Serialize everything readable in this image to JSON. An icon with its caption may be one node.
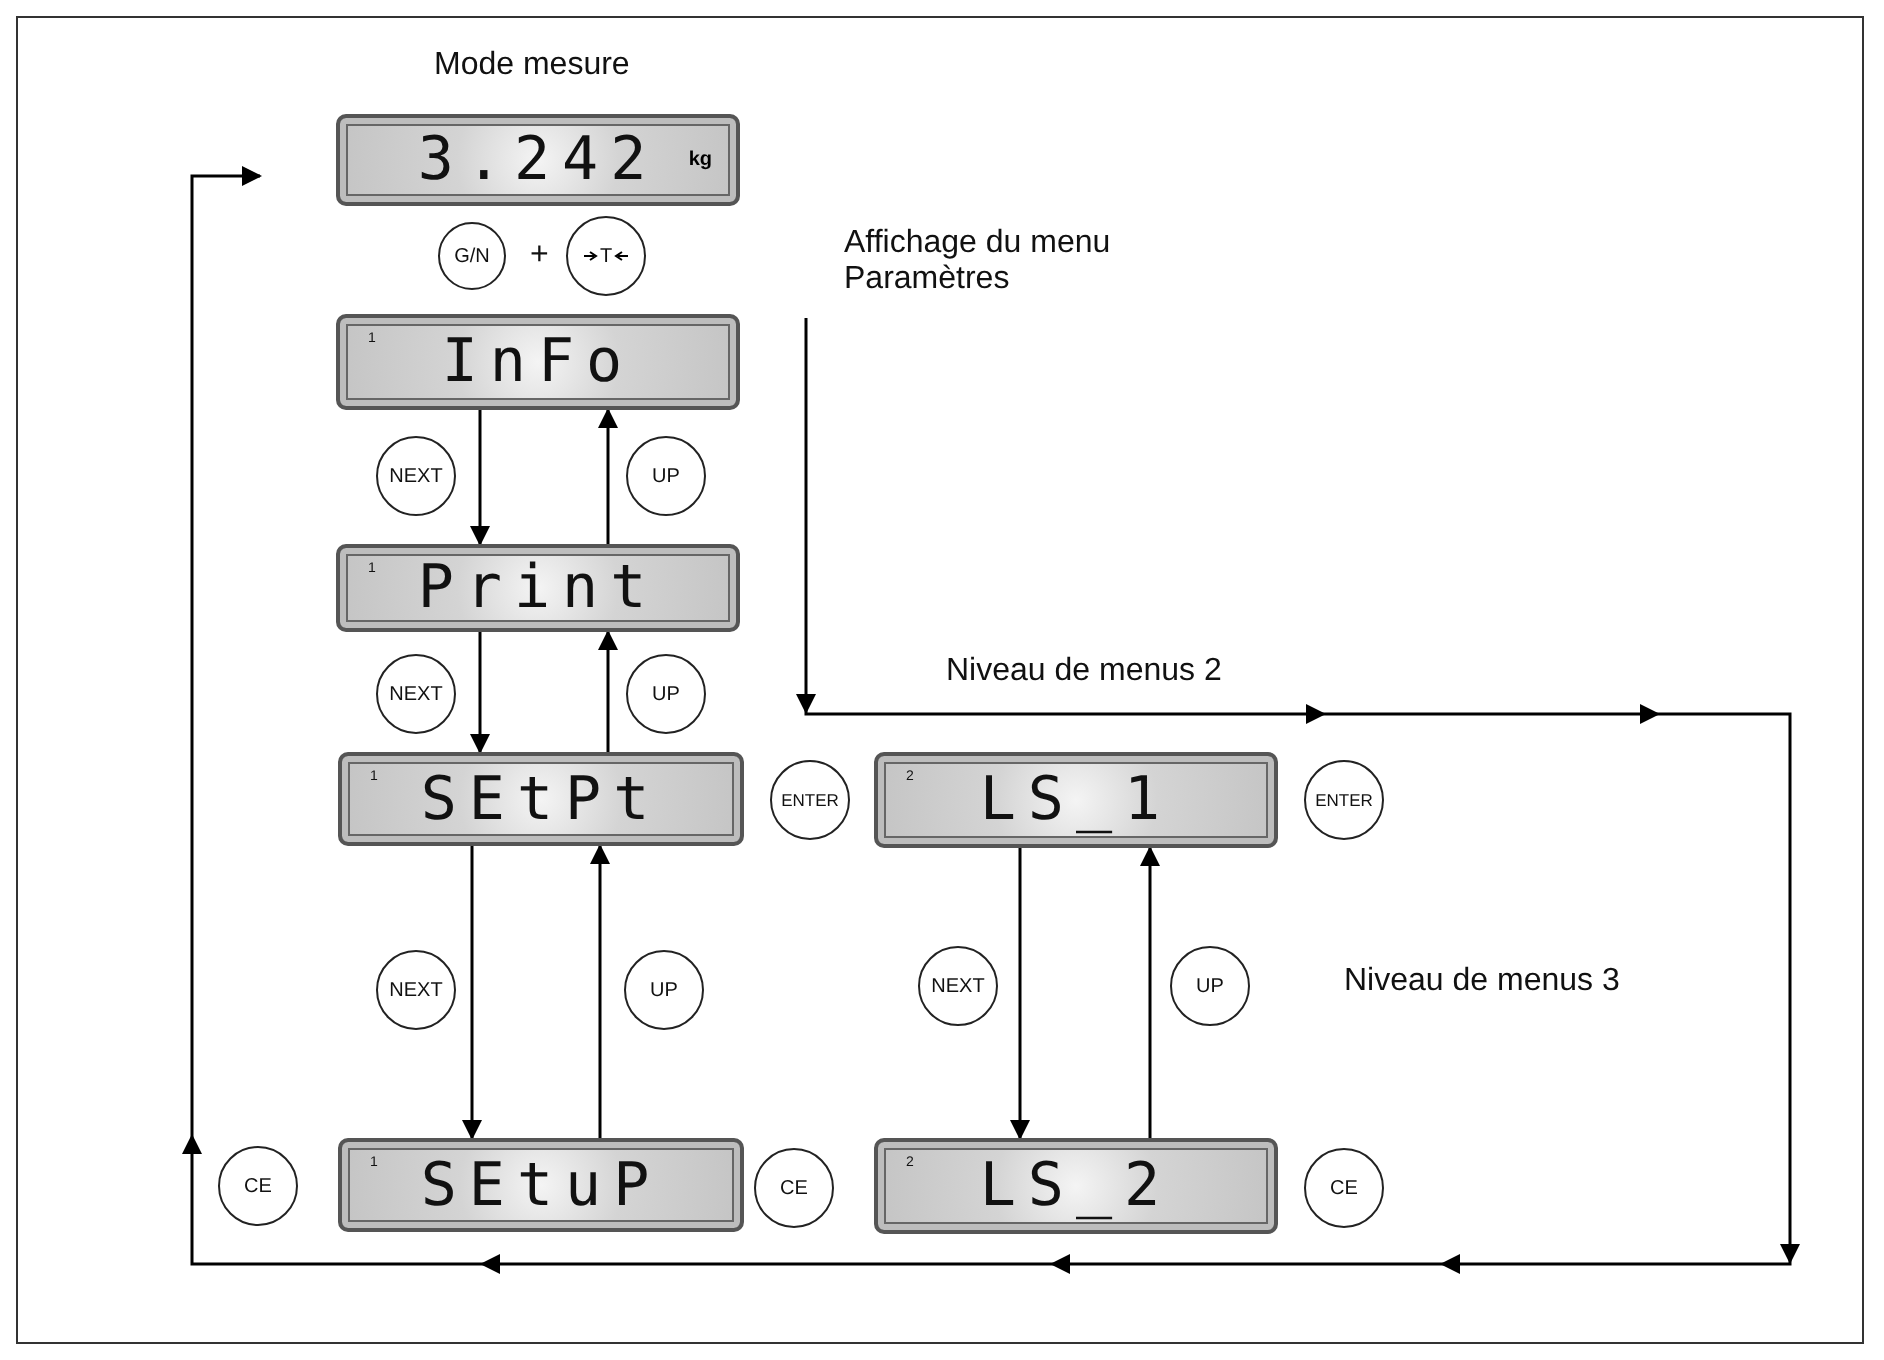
{
  "diagram": {
    "nodes": [
      {
        "text": [
          "3.242",
          "kg"
        ],
        "beside": [
          "Mode mesure"
        ]
      },
      {
        "text": [
          "G/N"
        ]
      },
      {
        "text": [
          "T"
        ]
      },
      {
        "text": [
          "1",
          "InFo"
        ]
      },
      {
        "text": [
          "NEXT"
        ]
      },
      {
        "text": [
          "UP"
        ]
      },
      {
        "text": [
          "1",
          "Print"
        ]
      },
      {
        "text": [
          "NEXT"
        ]
      },
      {
        "text": [
          "UP"
        ]
      },
      {
        "text": [
          "1",
          "SEtPt"
        ]
      },
      {
        "text": [
          "ENTER"
        ]
      },
      {
        "text": [
          "2",
          "LS_1"
        ]
      },
      {
        "text": [
          "ENTER"
        ]
      },
      {
        "text": [
          "NEXT"
        ]
      },
      {
        "text": [
          "UP"
        ]
      },
      {
        "text": [
          "NEXT"
        ]
      },
      {
        "text": [
          "UP"
        ]
      },
      {
        "text": [
          "CE"
        ]
      },
      {
        "text": [
          "1",
          "SEtuP"
        ]
      },
      {
        "text": [
          "CE"
        ]
      },
      {
        "text": [
          "2",
          "LS_2"
        ]
      },
      {
        "text": [
          "CE"
        ]
      }
    ],
    "edges": [
      {
        "from": 3,
        "to": 6,
        "arrow": "to"
      },
      {
        "from": 6,
        "to": 3,
        "arrow": "to"
      },
      {
        "from": 6,
        "to": 9,
        "arrow": "to"
      },
      {
        "from": 9,
        "to": 6,
        "arrow": "to"
      },
      {
        "from": 9,
        "to": 18,
        "arrow": "to"
      },
      {
        "from": 18,
        "to": 9,
        "arrow": "to"
      },
      {
        "from": 11,
        "to": 20,
        "arrow": "to"
      },
      {
        "from": 20,
        "to": 11,
        "arrow": "to"
      },
      {
        "from": null,
        "to": 0,
        "arrow": "to"
      }
    ],
    "labels": [
      "+",
      "Affichage du menu Paramètres",
      "Niveau de menus 2",
      "Niveau de menus 3"
    ]
  }
}
